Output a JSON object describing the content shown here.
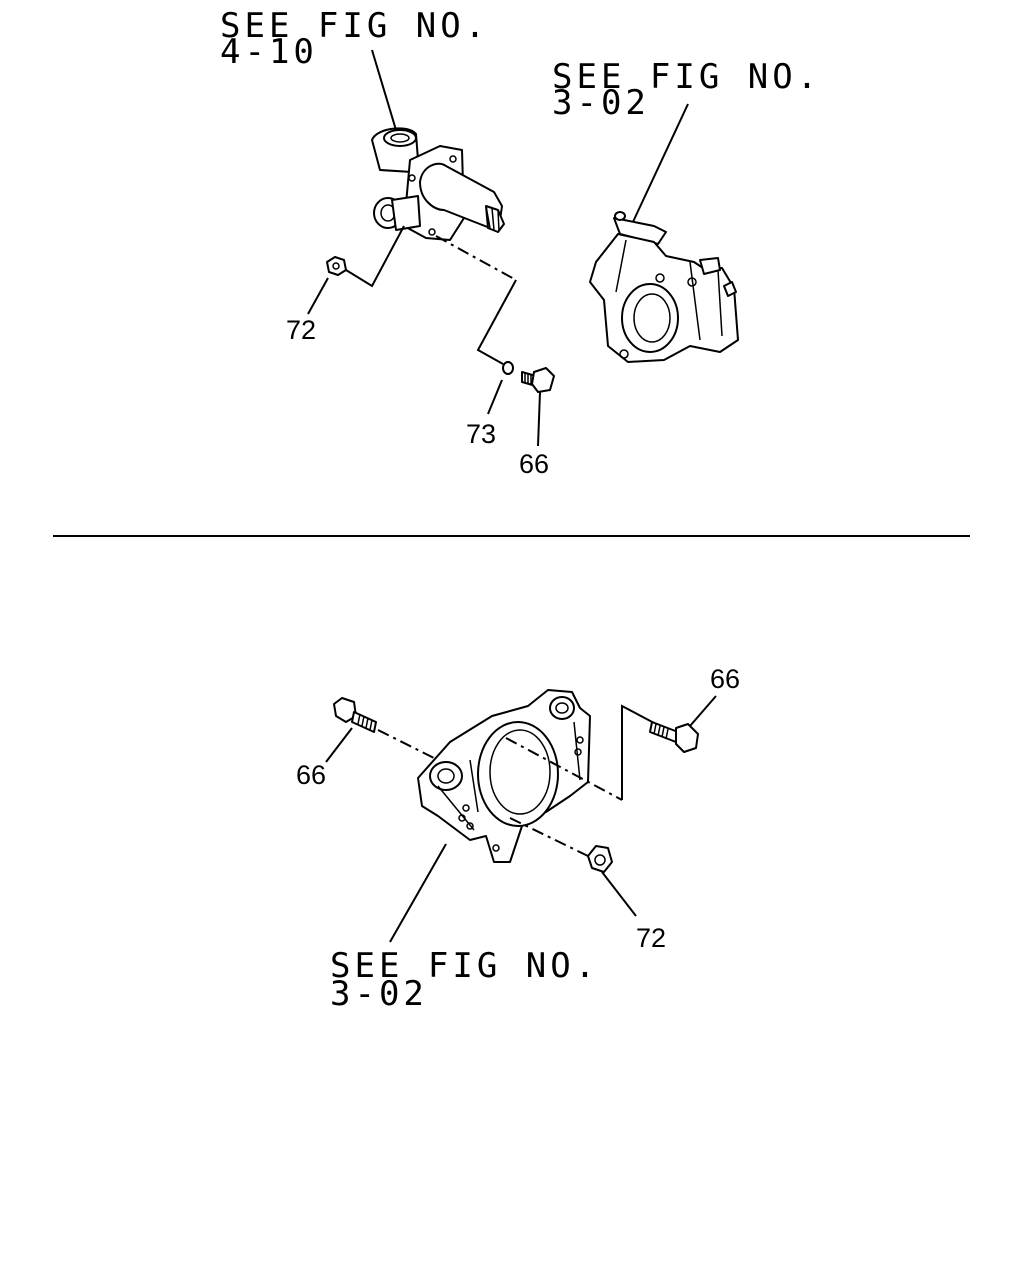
{
  "upper": {
    "ref_knuckle_line1": "SEE FIG NO.",
    "ref_knuckle_line2": "4-10",
    "ref_bracket_line1": "SEE FIG NO.",
    "ref_bracket_line2": "3-02",
    "label_nut": "72",
    "label_washer": "73",
    "label_bolt": "66"
  },
  "lower": {
    "label_bolt_left": "66",
    "label_bolt_right": "66",
    "label_nut": "72",
    "ref_caliper_line1": "SEE FIG NO.",
    "ref_caliper_line2": "3-02"
  }
}
